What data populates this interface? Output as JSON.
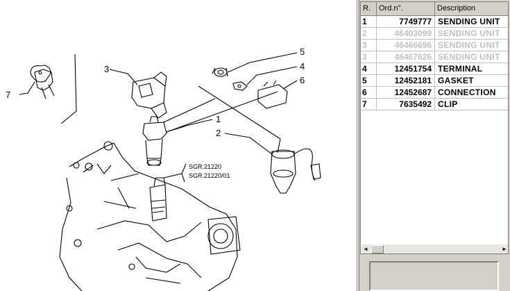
{
  "table": {
    "headers": {
      "r": "R.",
      "ord": "Ord.n°.",
      "desc": "Description"
    },
    "rows": [
      {
        "r": "1",
        "ord": "7749777",
        "desc": "SENDING UNIT",
        "disabled": false
      },
      {
        "r": "2",
        "ord": "46403099",
        "desc": "SENDING UNIT",
        "disabled": true
      },
      {
        "r": "3",
        "ord": "46466696",
        "desc": "SENDING UNIT",
        "disabled": true
      },
      {
        "r": "3",
        "ord": "46467626",
        "desc": "SENDING UNIT",
        "disabled": true
      },
      {
        "r": "4",
        "ord": "12451754",
        "desc": "TERMINAL",
        "disabled": false
      },
      {
        "r": "5",
        "ord": "12452181",
        "desc": "GASKET",
        "disabled": false
      },
      {
        "r": "6",
        "ord": "12452687",
        "desc": "CONNECTION",
        "disabled": false
      },
      {
        "r": "7",
        "ord": "7635492",
        "desc": "CLIP",
        "disabled": false
      }
    ]
  },
  "diagram": {
    "callouts": {
      "c1": "1",
      "c2": "2",
      "c3": "3",
      "c4": "4",
      "c5": "5",
      "c6": "6",
      "c7": "7"
    },
    "refs": {
      "ref1": "SGR.21220",
      "ref2": "SGR.21220/01"
    }
  },
  "scrollbar": {
    "left_arrow": "◄",
    "right_arrow": "►"
  }
}
